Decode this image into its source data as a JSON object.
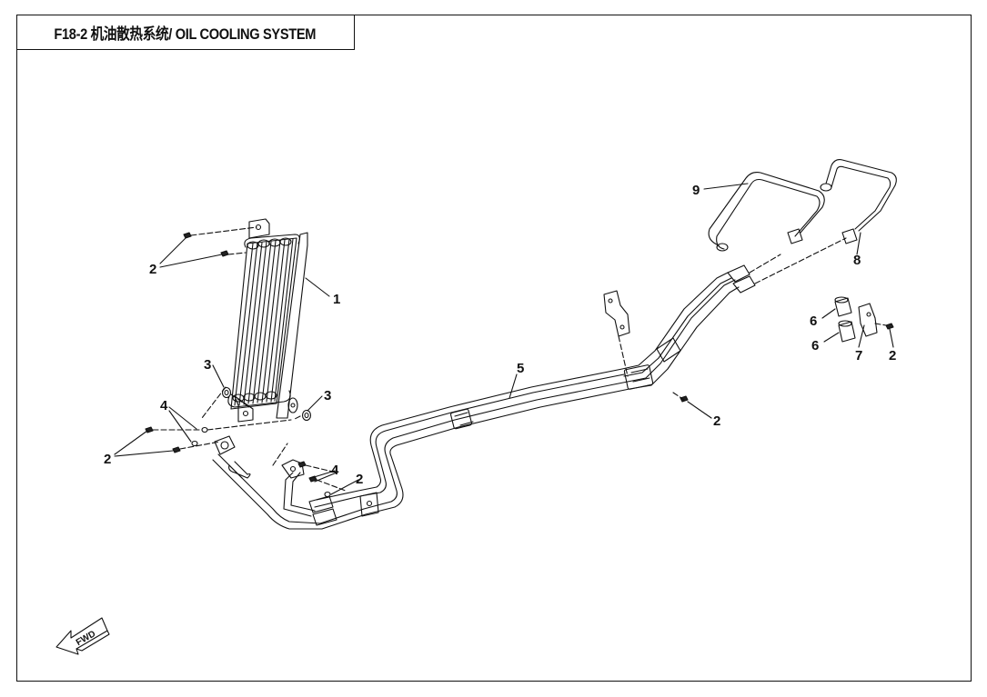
{
  "title": "F18-2 机油散热系统/ OIL COOLING SYSTEM",
  "direction_marker": "FWD",
  "callouts": [
    {
      "id": "c1",
      "number": "1",
      "part": "oil-cooler"
    },
    {
      "id": "c2a",
      "number": "2",
      "part": "bolt"
    },
    {
      "id": "c2b",
      "number": "2",
      "part": "bolt"
    },
    {
      "id": "c2c",
      "number": "2",
      "part": "bolt"
    },
    {
      "id": "c2d",
      "number": "2",
      "part": "bolt"
    },
    {
      "id": "c2e",
      "number": "2",
      "part": "bolt"
    },
    {
      "id": "c3a",
      "number": "3",
      "part": "grommet"
    },
    {
      "id": "c3b",
      "number": "3",
      "part": "grommet"
    },
    {
      "id": "c4a",
      "number": "4",
      "part": "washer"
    },
    {
      "id": "c4b",
      "number": "4",
      "part": "washer"
    },
    {
      "id": "c5",
      "number": "5",
      "part": "oil-pipe-assembly"
    },
    {
      "id": "c6a",
      "number": "6",
      "part": "rubber-sleeve"
    },
    {
      "id": "c6b",
      "number": "6",
      "part": "rubber-sleeve"
    },
    {
      "id": "c7",
      "number": "7",
      "part": "clamp"
    },
    {
      "id": "c8",
      "number": "8",
      "part": "oil-pipe"
    },
    {
      "id": "c9",
      "number": "9",
      "part": "oil-pipe"
    }
  ]
}
